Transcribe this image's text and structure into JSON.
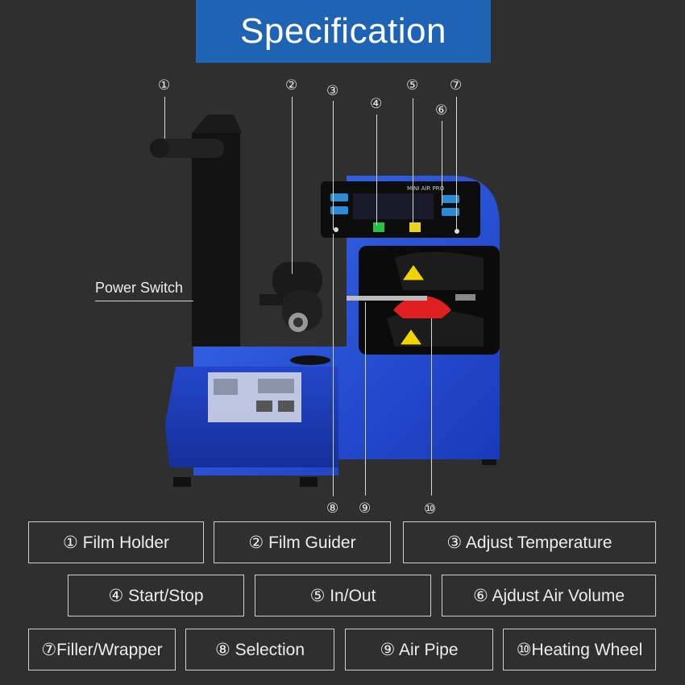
{
  "title": "Specification",
  "power_switch_label": "Power Switch",
  "callouts": [
    "①",
    "②",
    "③",
    "④",
    "⑤",
    "⑥",
    "⑦",
    "⑧",
    "⑨",
    "⑩"
  ],
  "machine_panel_text": "MINI AIR PRO",
  "specs": [
    {
      "label": "① Film Holder"
    },
    {
      "label": "② Film Guider"
    },
    {
      "label": "③ Adjust Temperature"
    },
    {
      "label": "④ Start/Stop"
    },
    {
      "label": "⑤ In/Out"
    },
    {
      "label": "⑥ Ajdust Air Volume"
    },
    {
      "label": "⑦Filler/Wrapper"
    },
    {
      "label": "⑧ Selection"
    },
    {
      "label": "⑨ Air Pipe"
    },
    {
      "label": "⑩Heating Wheel"
    }
  ],
  "colors": {
    "background": "#2f2f2f",
    "title_bar": "#1f63b4",
    "machine_blue": "#1f4fd6",
    "box_border": "#cfcfcf"
  }
}
